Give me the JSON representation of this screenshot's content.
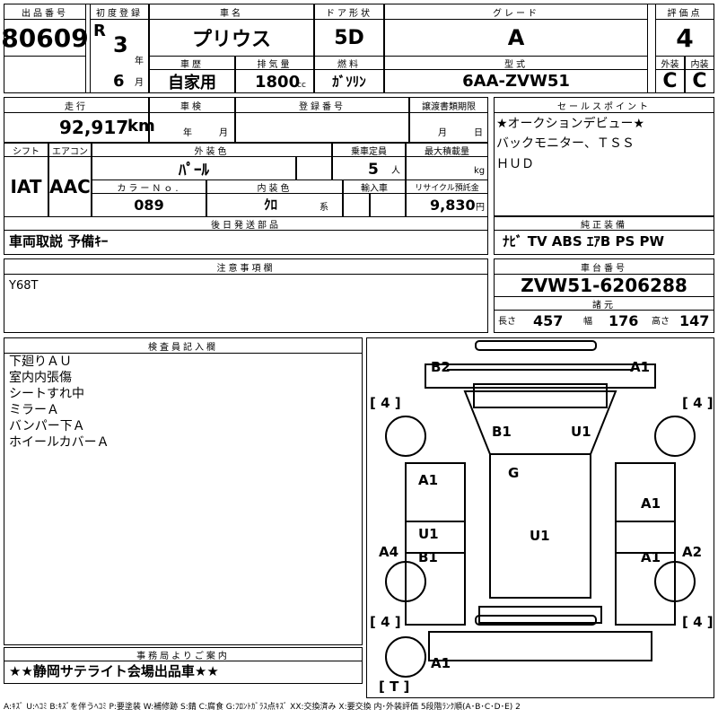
{
  "header": {
    "lot_label": "出品番号",
    "lot": "80609",
    "first_reg_label": "初度登録",
    "era": "R",
    "year": "3",
    "year_unit": "年",
    "month": "6",
    "month_unit": "月",
    "car_name_label": "車名",
    "car_name": "プリウス",
    "door_label": "ドア形状",
    "door": "5D",
    "grade_label": "グレード",
    "grade": "A",
    "score_label": "評価点",
    "score": "4",
    "history_label": "車歴",
    "history": "自家用",
    "displacement_label": "排気量",
    "displacement": "1800",
    "displacement_unit": "cc",
    "fuel_label": "燃料",
    "fuel": "ｶﾞｿﾘﾝ",
    "model_label": "型式",
    "model": "6AA-ZVW51",
    "exterior_label": "外装",
    "exterior": "C",
    "interior_label": "内装",
    "interior": "C"
  },
  "row2": {
    "mileage_label": "走行",
    "mileage": "92,917",
    "mileage_unit": "km",
    "inspection_label": "車検",
    "inspection_year_unit": "年",
    "inspection_month_unit": "月",
    "reg_no_label": "登録番号",
    "transfer_label": "譲渡書類期限",
    "transfer_month_unit": "月",
    "transfer_day_unit": "日",
    "selling_label": "セールスポイント",
    "selling_lines": [
      "★オークションデビュー★",
      "バックモニター、ＴＳＳ",
      "ＨＵＤ"
    ]
  },
  "row3": {
    "shift_label": "シフト",
    "shift": "IAT",
    "ac_label": "エアコン",
    "ac": "AAC",
    "ext_color_label": "外装色",
    "ext_color": "ﾊﾟｰﾙ",
    "capacity_label": "乗車定員",
    "capacity": "5",
    "capacity_unit": "人",
    "max_load_label": "最大積載量",
    "max_load_unit": "kg",
    "color_no_label": "カラーＮｏ.",
    "color_no": "089",
    "int_color_label": "内装色",
    "int_color": "ｸﾛ",
    "int_color_unit": "系",
    "import_label": "輸入車",
    "recycle_label": "リサイクル預託金",
    "recycle": "9,830",
    "recycle_unit": "円"
  },
  "parts": {
    "label": "後日発送部品",
    "value": "車両取説 予備ｷｰ"
  },
  "equipment": {
    "label": "純正装備",
    "value": "ﾅﾋﾞ TV ABS ｴｱB PS PW"
  },
  "notes": {
    "label": "注意事項欄",
    "value": "Y68T"
  },
  "chassis": {
    "label": "車台番号",
    "value": "ZVW51-6206288"
  },
  "dims": {
    "label": "諸元",
    "length_label": "長さ",
    "length": "457",
    "width_label": "幅",
    "width": "176",
    "height_label": "高さ",
    "height": "147"
  },
  "inspector": {
    "label": "検査員記入欄",
    "lines": [
      "下廻りＡＵ",
      "室内内張傷",
      "シートすれ中",
      "ミラーＡ",
      "バンパー下Ａ",
      "ホイールカバーＡ"
    ]
  },
  "office": {
    "label": "事務局よりご案内",
    "value": "★★静岡サテライト会場出品車★★"
  },
  "diagram": {
    "marks": [
      "B2",
      "A1",
      "B1",
      "U1",
      "G",
      "A1",
      "A1",
      "U1",
      "B1",
      "U1",
      "A4",
      "A1",
      "A2",
      "A1"
    ],
    "tire_brackets": [
      "[ 4 ]",
      "[ 4 ]",
      "[ 4 ]",
      "[ 4 ]",
      "[ T ]"
    ]
  },
  "legend": "A:ｷｽﾞ U:ﾍｺﾐ B:ｷｽﾞを伴うﾍｺﾐ P:要塗装 W:補修跡 S:錆 C:腐食 G:ﾌﾛﾝﾄｶﾞﾗｽ点ｷｽﾞ XX:交換済み X:要交換 内･外装評価 5段階ﾗﾝｸ順(A･B･C･D･E) 2"
}
